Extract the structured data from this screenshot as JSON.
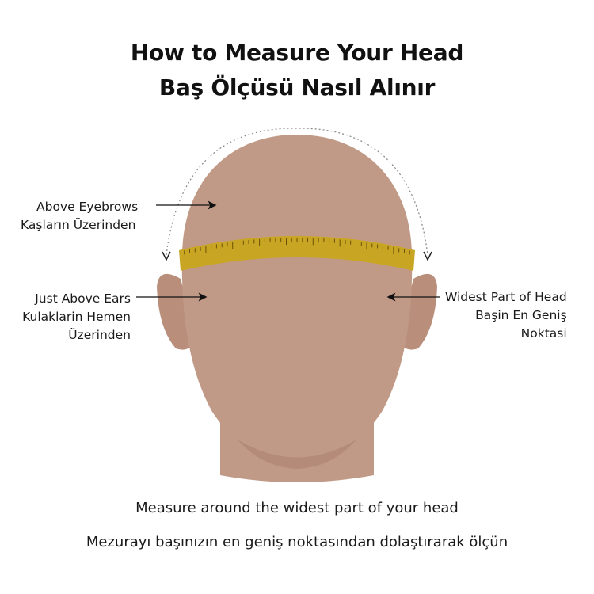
{
  "title": {
    "en": "How to Measure Your Head",
    "tr": "Baş Ölçüsü Nasıl Alınır"
  },
  "labels": {
    "above_eyebrows": {
      "en": "Above Eyebrows",
      "tr": "Kaşların Üzerinden"
    },
    "just_above_ears": {
      "en": "Just Above Ears",
      "tr_line1": "Kulaklarin Hemen",
      "tr_line2": "Üzerinden"
    },
    "widest_part": {
      "en": "Widest Part of Head",
      "tr_line1": "Başin En Geniş",
      "tr_line2": "Noktasi"
    }
  },
  "caption": {
    "en": "Measure around the widest part of your head",
    "tr": "Mezurayı başınızın en geniş noktasından dolaştırarak ölçün"
  },
  "colors": {
    "skin": "#c19a87",
    "ear_inner": "#a47a68",
    "tape": "#c9a524",
    "tape_marks": "#6b5208",
    "arrow": "#111111"
  }
}
